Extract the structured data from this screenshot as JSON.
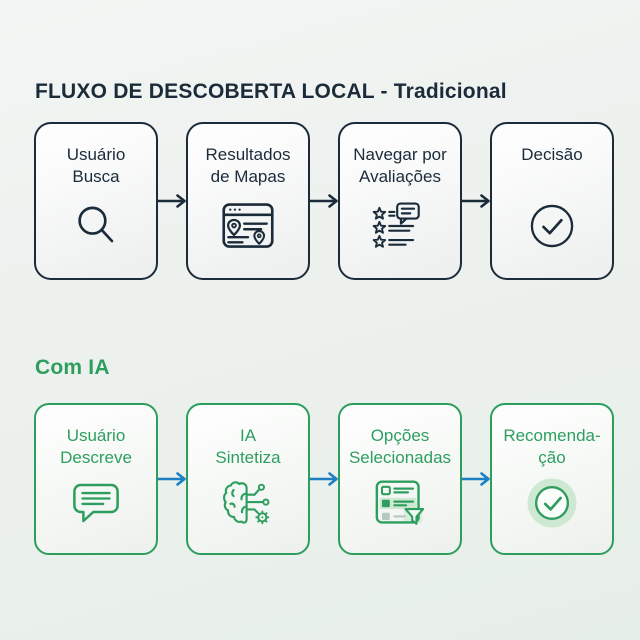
{
  "colors": {
    "traditional_dark": "#1b2b3a",
    "ai_green": "#2e9e5f",
    "arrow_blue": "#1b7fc4",
    "light_green_accent": "#cfe8d4",
    "background": "#edf1ee"
  },
  "traditional": {
    "title": "FLUXO DE DESCOBERTA LOCAL - Tradicional",
    "steps": [
      {
        "label": "Usuário\nBusca",
        "icon": "search-icon"
      },
      {
        "label": "Resultados\nde Mapas",
        "icon": "map-results-icon"
      },
      {
        "label": "Navegar por\nAvaliações",
        "icon": "reviews-icon"
      },
      {
        "label": "Decisão",
        "icon": "check-circle-icon"
      }
    ]
  },
  "ai": {
    "title": "Com IA",
    "steps": [
      {
        "label": "Usuário\nDescreve",
        "icon": "chat-bubble-icon"
      },
      {
        "label": "IA\nSintetiza",
        "icon": "ai-brain-icon"
      },
      {
        "label": "Opções\nSelecionadas",
        "icon": "filtered-list-icon"
      },
      {
        "label": "Recomenda-\nção",
        "icon": "check-circle-badge-icon"
      }
    ]
  }
}
